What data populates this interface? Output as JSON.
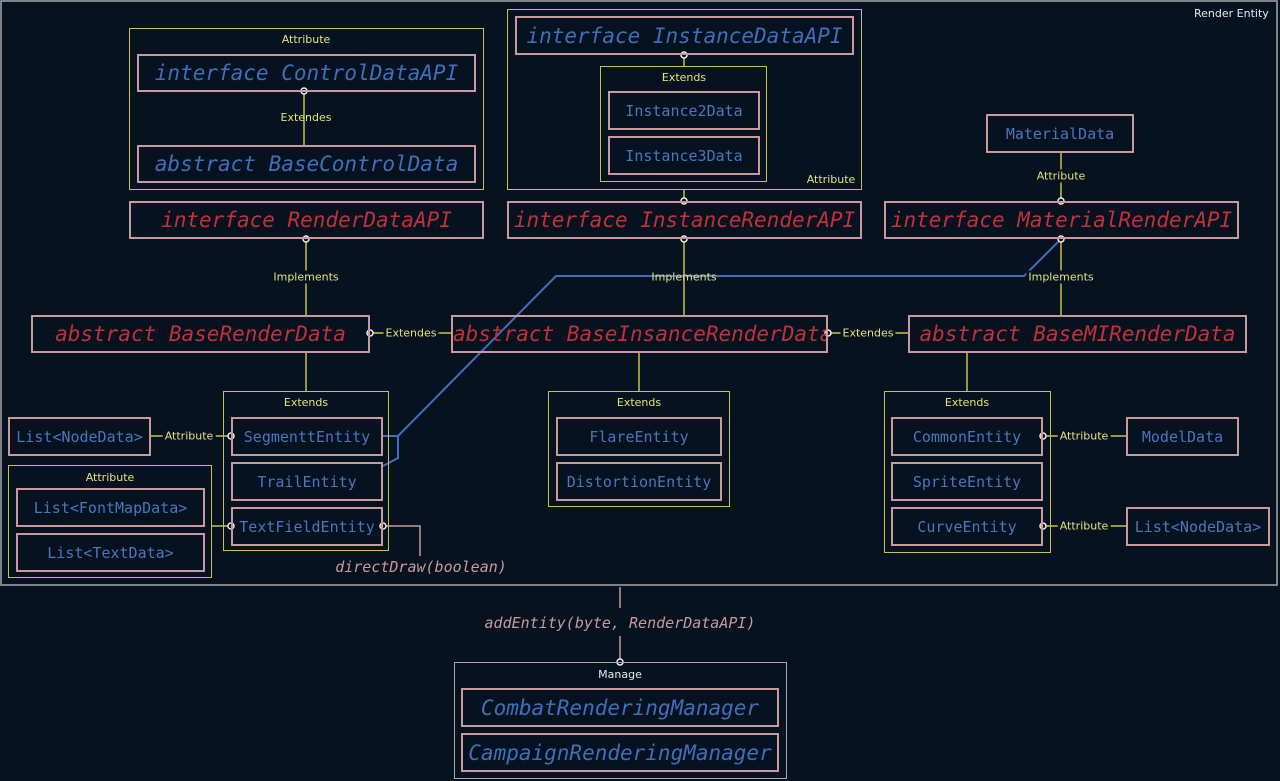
{
  "frame": {
    "title": "Render Entity"
  },
  "nodes": {
    "control_data_api": "interface ControlDataAPI",
    "base_control_data": "abstract BaseControlData",
    "instance_data_api": "interface InstanceDataAPI",
    "instance2_data": "Instance2Data",
    "instance3_data": "Instance3Data",
    "material_data": "MaterialData",
    "render_data_api": "interface RenderDataAPI",
    "instance_render_api": "interface InstanceRenderAPI",
    "material_render_api": "interface MaterialRenderAPI",
    "base_render_data": "abstract BaseRenderData",
    "base_instance_render_data": "abstract BaseInsanceRenderData",
    "base_mi_render_data": "abstract BaseMIRenderData",
    "list_node_data_left": "List<NodeData>",
    "list_font_map_data": "List<FontMapData>",
    "list_text_data": "List<TextData>",
    "segment_entity": "SegmenttEntity",
    "trail_entity": "TrailEntity",
    "text_field_entity": "TextFieldEntity",
    "flare_entity": "FlareEntity",
    "distortion_entity": "DistortionEntity",
    "common_entity": "CommonEntity",
    "sprite_entity": "SpriteEntity",
    "curve_entity": "CurveEntity",
    "model_data": "ModelData",
    "list_node_data_right": "List<NodeData>",
    "combat_rendering_manager": "CombatRenderingManager",
    "campaign_rendering_manager": "CampaignRenderingManager"
  },
  "group_labels": {
    "control_attribute": "Attribute",
    "instance_extends": "Extends",
    "instance_attribute": "Attribute",
    "render_extends": "Extends",
    "text_attribute": "Attribute",
    "instance_render_extends": "Extends",
    "mi_extends": "Extends",
    "manage": "Manage"
  },
  "edge_labels": {
    "control_extendes": "Extendes",
    "material_attribute": "Attribute",
    "implements_left": "Implements",
    "implements_center": "Implements",
    "implements_right": "Implements",
    "extendes_left": "Extendes",
    "extendes_right": "Extendes",
    "segment_attribute": "Attribute",
    "common_attribute": "Attribute",
    "curve_attribute": "Attribute"
  },
  "methods": {
    "direct_draw": "directDraw(boolean)",
    "add_entity": "addEntity(byte, RenderDataAPI)"
  },
  "colors": {
    "background": "#06121f",
    "node_border": "#c99a99",
    "interface_red": "#c2313a",
    "class_blue": "#4a76bd",
    "group_border": "#c9c149",
    "edge_label": "#e6e27a",
    "cross_link": "#3f6fb8"
  }
}
